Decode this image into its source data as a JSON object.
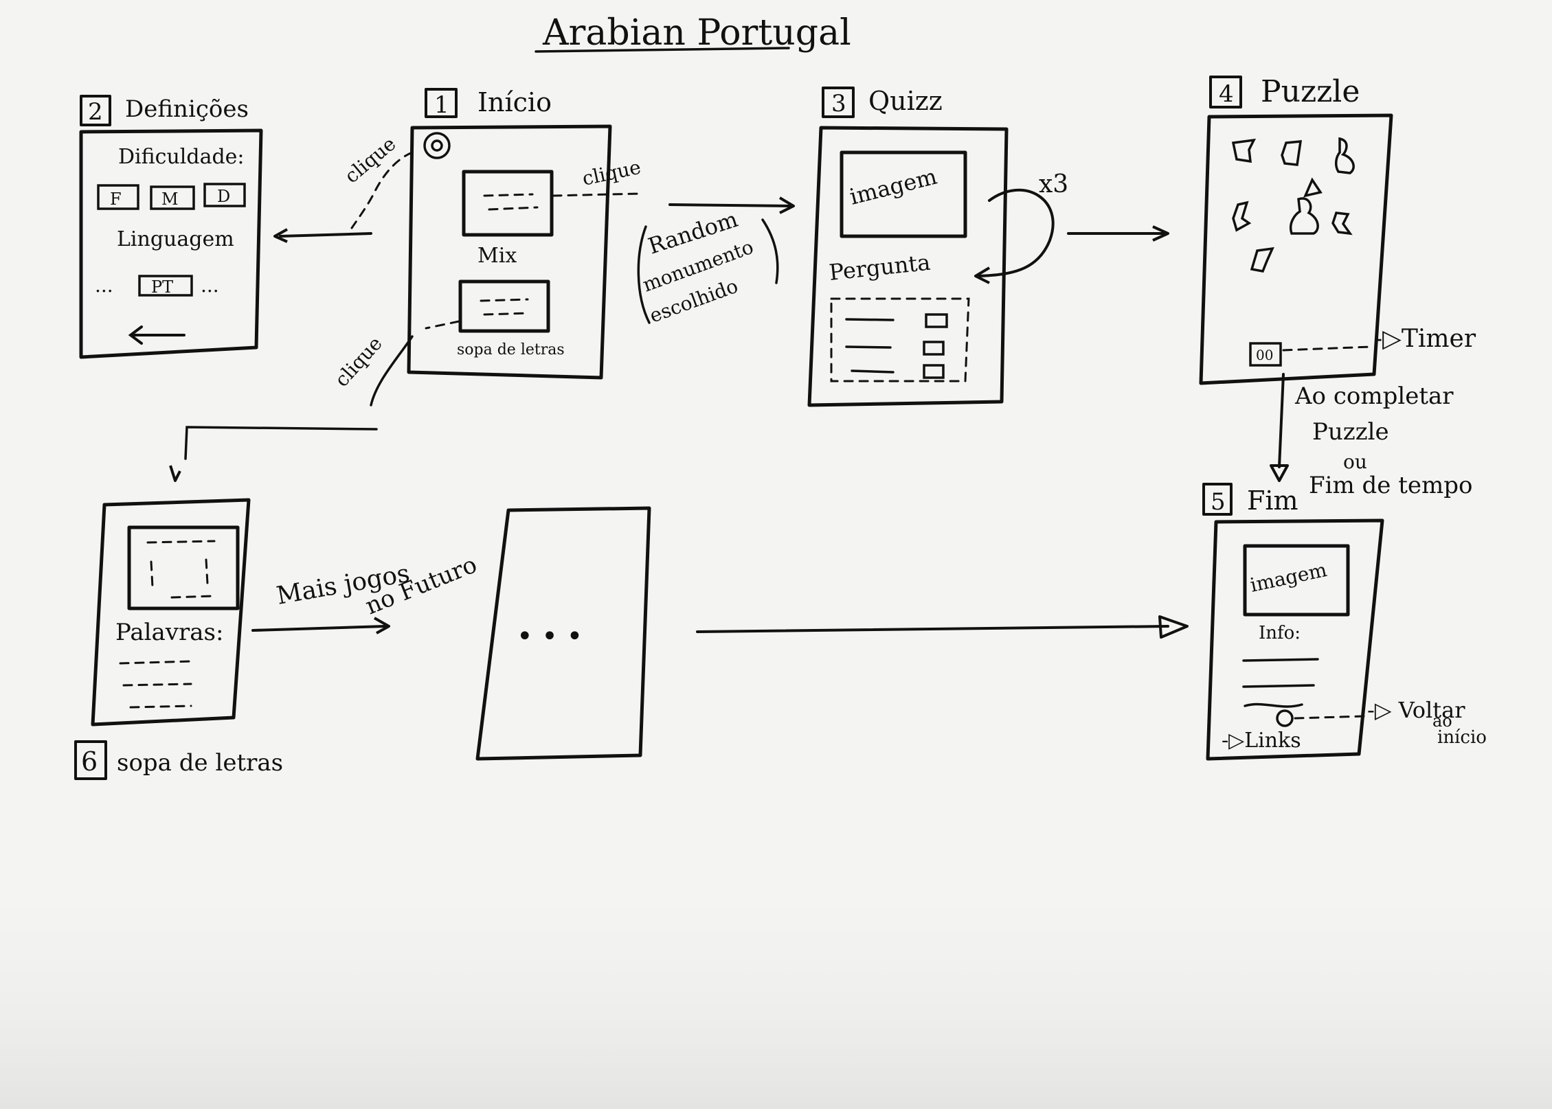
{
  "title": "Arabian Portugal",
  "screens": {
    "definicoes": {
      "number": "2",
      "title": "Definições",
      "difficulty_label": "Dificuldade:",
      "difficulty_options": [
        "F",
        "M",
        "D"
      ],
      "language_label": "Linguagem",
      "language_value": "PT",
      "ellipsis_left": "...",
      "ellipsis_right": "..."
    },
    "inicio": {
      "number": "1",
      "title": "Início",
      "mix_label": "Mix",
      "sopa_label": "sopa de letras"
    },
    "quizz": {
      "number": "3",
      "title": "Quizz",
      "image_label": "imagem",
      "question_label": "Pergunta"
    },
    "puzzle": {
      "number": "4",
      "title": "Puzzle",
      "timer_box": "00",
      "timer_note": "-▷Timer"
    },
    "fim": {
      "number": "5",
      "title": "Fim",
      "image_label": "imagem",
      "info_label": "Info:",
      "links_note": "-▷Links",
      "back_note": [
        "-▷ Voltar",
        "ao",
        "início"
      ]
    },
    "sopa": {
      "number": "6",
      "title": "sopa de letras",
      "words_label": "Palavras:"
    },
    "future": {
      "ellipsis": "• • •"
    }
  },
  "annotations": {
    "clique_settings": "clique",
    "clique_mix": "clique",
    "clique_sopa": "clique",
    "random": [
      "Random",
      "monumento",
      "escolhido"
    ],
    "repeat": "x3",
    "complete": [
      "Ao completar",
      "Puzzle",
      "ou",
      "Fim de tempo"
    ],
    "more_games": [
      "Mais jogos",
      "no Futuro"
    ]
  },
  "colors": {
    "ink": "#111111",
    "paper": "#f4f4f2"
  }
}
